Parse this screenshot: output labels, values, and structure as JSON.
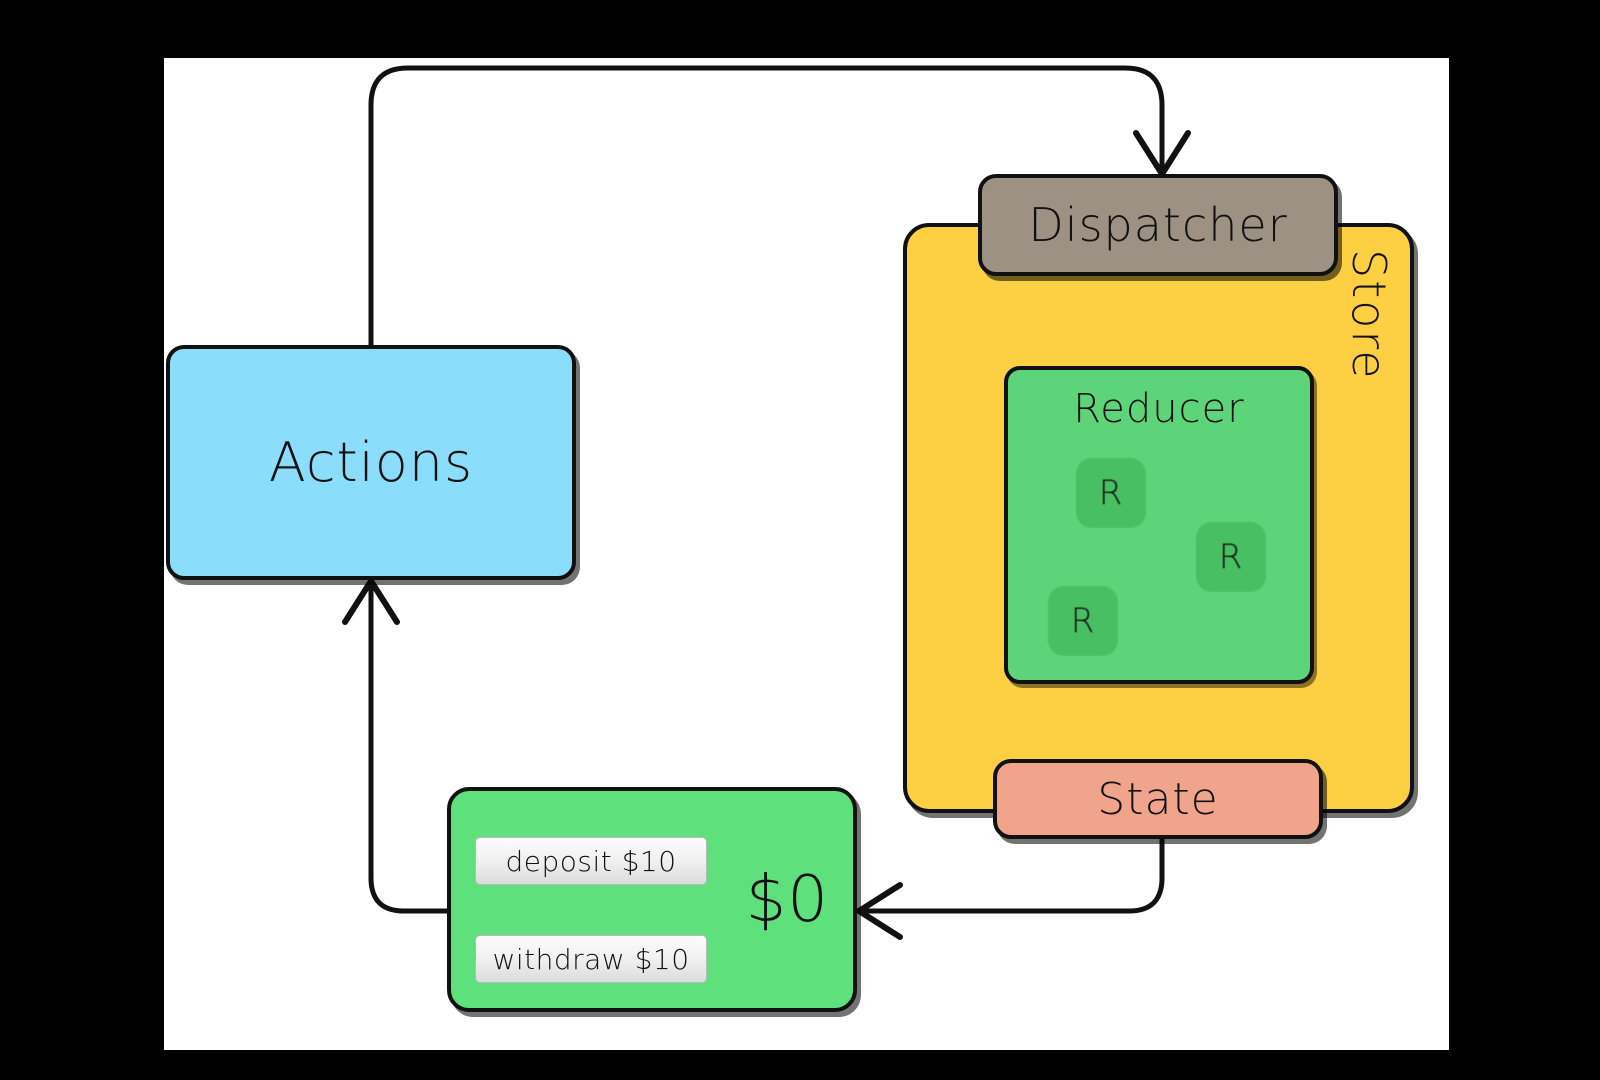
{
  "diagram": {
    "title": "Redux data flow diagram",
    "canvas_background": "#ffffff",
    "page_background": "#000000"
  },
  "nodes": {
    "actions": {
      "label": "Actions",
      "color": "#8adefb"
    },
    "dispatcher": {
      "label": "Dispatcher",
      "color": "#9d9184"
    },
    "store": {
      "label": "Store",
      "color": "#fdd043",
      "orientation": "vertical"
    },
    "reducer": {
      "label": "Reducer",
      "color": "#5ed47a",
      "chip_color": "#49bf63",
      "chips": [
        {
          "label": "R"
        },
        {
          "label": "R"
        },
        {
          "label": "R"
        }
      ]
    },
    "state": {
      "label": "State",
      "color": "#f0a48c"
    },
    "app": {
      "color": "#5ee07d",
      "buttons": [
        {
          "label": "deposit $10"
        },
        {
          "label": "withdraw $10"
        }
      ],
      "balance": "$0"
    }
  },
  "edges": [
    {
      "from": "actions",
      "to": "dispatcher",
      "style": "curved-top",
      "arrowhead": "v"
    },
    {
      "from": "dispatcher",
      "to": "reducer",
      "style": "straight-down",
      "arrowhead": "v"
    },
    {
      "from": "reducer",
      "to": "state",
      "style": "straight-down",
      "arrowhead": "v"
    },
    {
      "from": "state",
      "to": "reducer",
      "style": "feedback-left-loop",
      "arrowhead": "v"
    },
    {
      "from": "state",
      "to": "app",
      "style": "curved-down-left",
      "arrowhead": "left"
    },
    {
      "from": "app",
      "to": "actions",
      "style": "curved-up-left",
      "arrowhead": "up"
    }
  ],
  "stroke": {
    "color": "#111111",
    "width": 4
  }
}
